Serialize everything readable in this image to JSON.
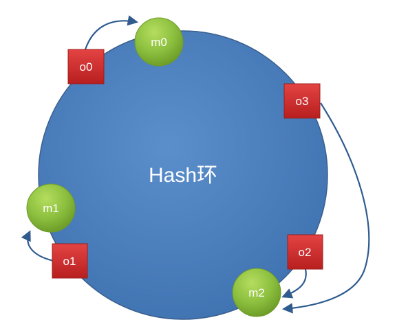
{
  "ring": {
    "label": "Hash环",
    "fill_color": "#4a7ebb",
    "stroke_color": "#3a5f8e"
  },
  "machines": [
    {
      "id": "m0",
      "label": "m0"
    },
    {
      "id": "m1",
      "label": "m1"
    },
    {
      "id": "m2",
      "label": "m2"
    }
  ],
  "objects": [
    {
      "id": "o0",
      "label": "o0",
      "maps_to": "m0"
    },
    {
      "id": "o1",
      "label": "o1",
      "maps_to": "m1"
    },
    {
      "id": "o2",
      "label": "o2",
      "maps_to": "m2"
    },
    {
      "id": "o3",
      "label": "o3",
      "maps_to": "m2"
    }
  ],
  "colors": {
    "machine_fill": "#8cbf3f",
    "machine_stroke": "#6f9a2b",
    "object_fill": "#cc2b2b",
    "object_stroke": "#9e1c1c",
    "arrow": "#2f5b8f"
  }
}
